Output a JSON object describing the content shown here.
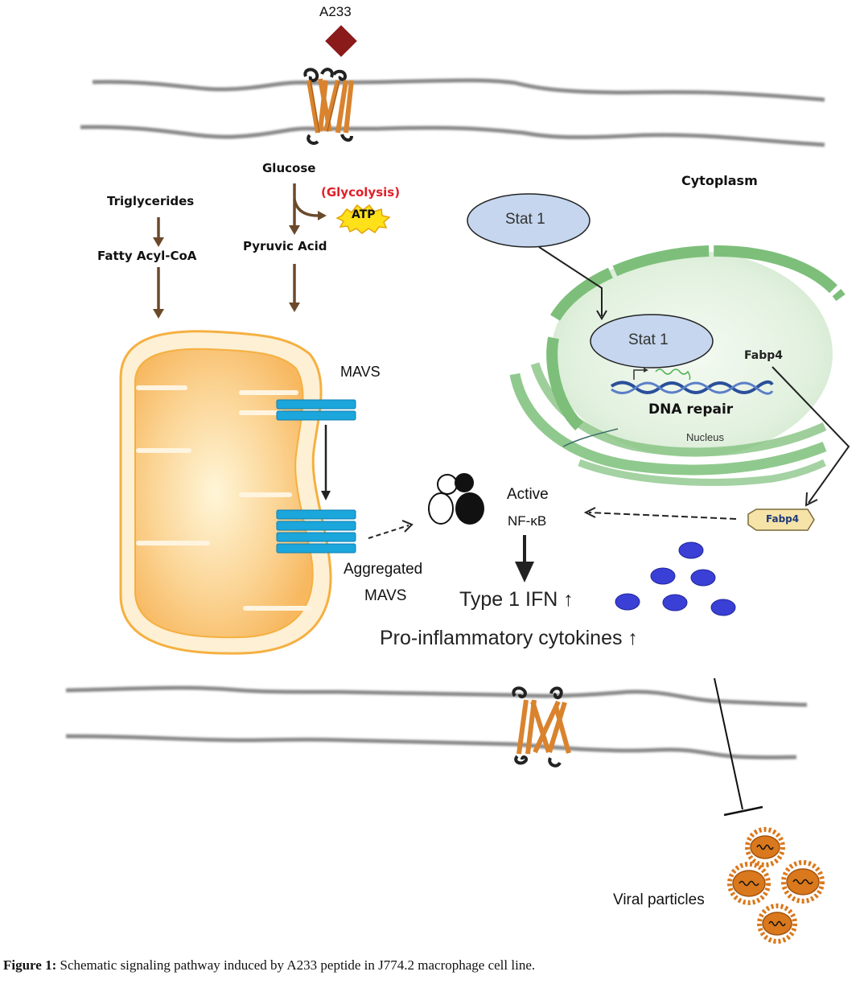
{
  "figure": {
    "ligand": "A233",
    "compartment": "Cytoplasm",
    "metabolism": {
      "glucose": "Glucose",
      "glycolysis": "(Glycolysis)",
      "atp": "ATP",
      "pyruvic_acid": "Pyruvic Acid",
      "triglycerides": "Triglycerides",
      "fatty_acyl_coa": "Fatty Acyl-CoA"
    },
    "mitochondria": {
      "mavs": "MAVS",
      "aggregated_line1": "Aggregated",
      "aggregated_line2": "MAVS"
    },
    "nucleus": {
      "stat1_cytoplasm": "Stat 1",
      "stat1_nucleus": "Stat 1",
      "fabp4_gene": "Fabp4",
      "dna_repair": "DNA repair",
      "nucleus_label": "Nucleus"
    },
    "signaling": {
      "active": "Active",
      "nfkb": "NF-κB",
      "fabp4_protein": "Fabp4",
      "type1_ifn": "Type 1 IFN ↑",
      "cytokines": "Pro-inflammatory cytokines ↑"
    },
    "viral": {
      "label": "Viral particles"
    },
    "colors": {
      "ligand": "#8b1a1a",
      "arrow_brown": "#6b4a2b",
      "glycolysis_red": "#e0202a",
      "atp_yellow": "#ffe11a",
      "mito_fill": "#f9c27a",
      "mito_outline": "#f5b041",
      "mavs_blue": "#1ba6dc",
      "stat_fill": "#c5d6ee",
      "nucleus_green": "#7dbf7a",
      "cytokine_blue": "#3a3fd6",
      "fabp4_fill": "#f6e3a8",
      "receptor_orange": "#d9832e",
      "virus_orange": "#d9781c"
    }
  },
  "caption": {
    "label": "Figure 1:",
    "text": " Schematic signaling pathway induced by A233 peptide in J774.2 macrophage cell line."
  }
}
